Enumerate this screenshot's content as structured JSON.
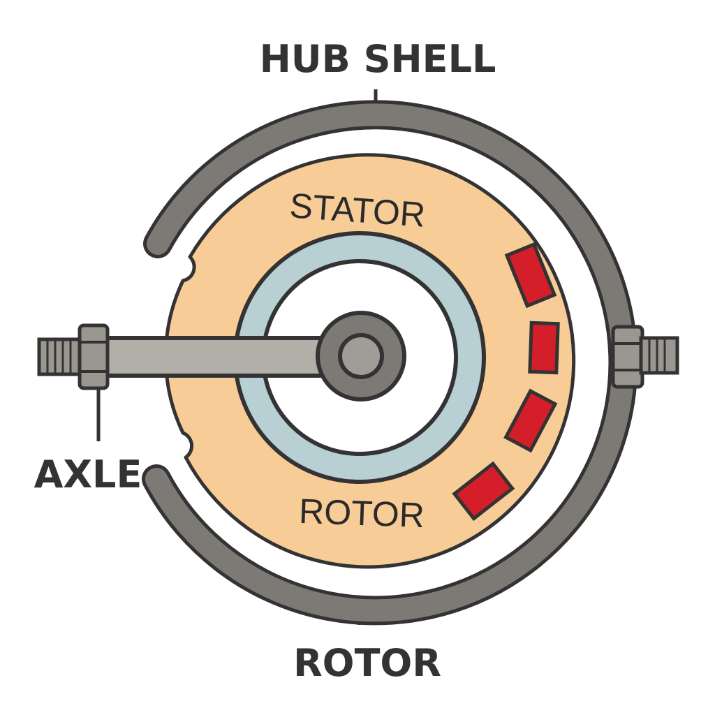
{
  "labels": {
    "hub_shell": "HUB SHELL",
    "stator": "STATOR",
    "rotor_inner": "ROTOR",
    "axle": "AXLE",
    "rotor_bottom": "ROTOR"
  },
  "colors": {
    "outline": "#333333",
    "shell": "#7d7a76",
    "stator": "#f8cc96",
    "bearing_ring": "#b8cfd4",
    "axle": "#b2aea8",
    "magnet": "#d41e2a",
    "nut": "#9a9690"
  },
  "icons": {
    "left_nut": "hex-nut-icon",
    "right_nut": "hex-nut-icon",
    "center_bolt": "bolt-head-icon"
  }
}
